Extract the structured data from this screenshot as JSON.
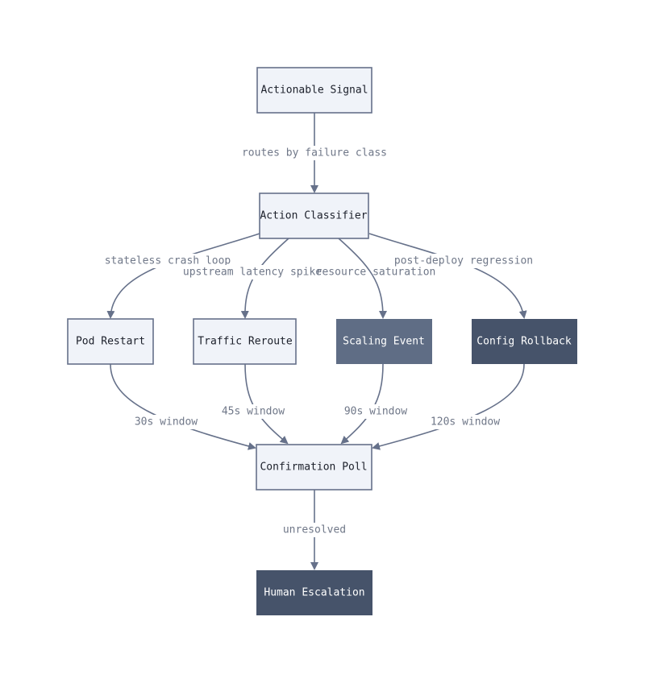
{
  "colors": {
    "node_light_fill": "#f0f3f9",
    "node_light_stroke": "#66718a",
    "node_light_text": "#1b1f2a",
    "node_mid_fill": "#5f6d85",
    "node_dark_fill": "#46536a",
    "node_dark_text": "#ffffff",
    "edge_stroke": "#66718a",
    "edge_label_text": "#6f7788"
  },
  "nodes": {
    "actionable_signal": "Actionable Signal",
    "action_classifier": "Action Classifier",
    "pod_restart": "Pod Restart",
    "traffic_reroute": "Traffic Reroute",
    "scaling_event": "Scaling Event",
    "config_rollback": "Config Rollback",
    "confirmation_poll": "Confirmation Poll",
    "human_escalation": "Human Escalation"
  },
  "edges": {
    "signal_to_classifier": "routes by failure class",
    "classifier_to_pod": "stateless crash loop",
    "classifier_to_traffic": "upstream latency spike",
    "classifier_to_scaling": "resource saturation",
    "classifier_to_config": "post-deploy regression",
    "pod_to_poll": "30s window",
    "traffic_to_poll": "45s window",
    "scaling_to_poll": "90s window",
    "config_to_poll": "120s window",
    "poll_to_escalation": "unresolved"
  }
}
